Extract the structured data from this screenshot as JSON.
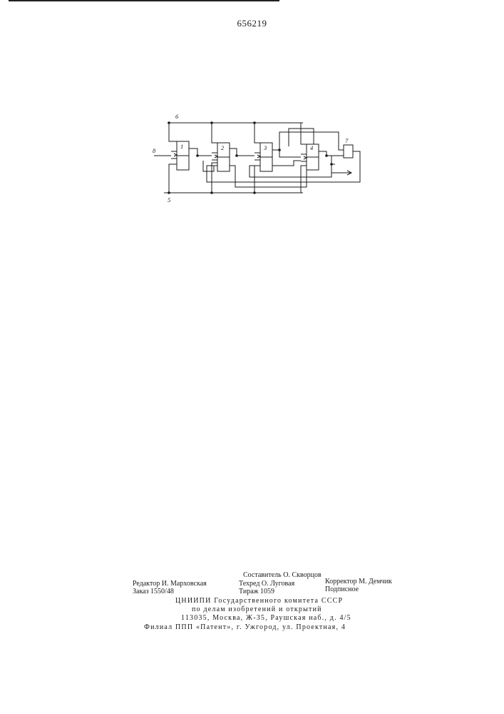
{
  "header": {
    "patent_number": "656219"
  },
  "diagram": {
    "blocks": [
      {
        "id": "block-1",
        "label": "1"
      },
      {
        "id": "block-2",
        "label": "2"
      },
      {
        "id": "block-3",
        "label": "3"
      },
      {
        "id": "block-4",
        "label": "4"
      },
      {
        "id": "block-7",
        "label": "7"
      }
    ],
    "bus_labels": {
      "top": "6",
      "bottom": "5",
      "input": "8"
    }
  },
  "imprint": {
    "compiler": "Составитель О. Скворцов",
    "editor": "Редактор И. Марховская",
    "techred": "Техред О. Луговая",
    "corrector": "Корректор М. Демчик",
    "order": "Заказ 1550/48",
    "circulation": "Тираж 1059",
    "subscription": "Подписное",
    "institute": "ЦНИИПИ Государственного комитета СССР",
    "institute_sub": "по делам изобретений и открытий",
    "address": "113035, Москва, Ж-35, Раушская наб., д. 4/5",
    "branch": "Филиал ППП «Патент», г. Ужгород, ул. Проектная, 4"
  }
}
